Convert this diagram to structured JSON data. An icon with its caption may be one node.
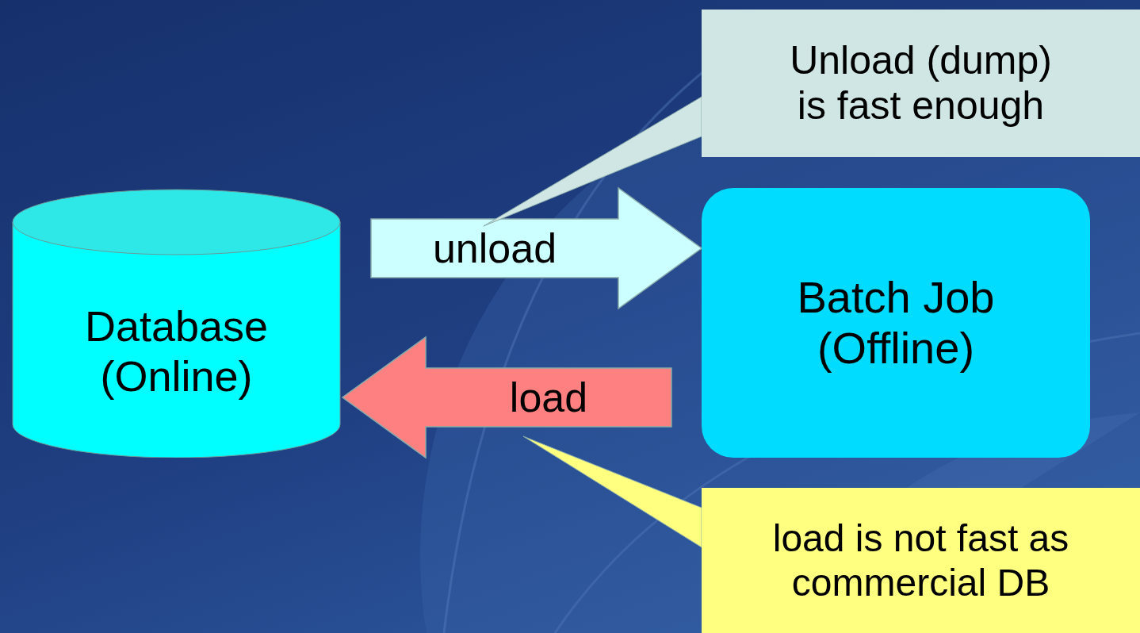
{
  "diagram": {
    "nodes": [
      {
        "text": [
          "Database (Online)"
        ]
      },
      {
        "text": [
          "Batch Job (Offline)"
        ]
      },
      {
        "text": [
          "Unload (dump) is fast enough"
        ]
      },
      {
        "text": [
          "load is not fast as commercial DB"
        ]
      }
    ],
    "edges": [
      {
        "from": 0,
        "to": 1,
        "arrow": "to",
        "label": "unload",
        "style": "thick",
        "color": "#ccffff"
      },
      {
        "from": 1,
        "to": 0,
        "arrow": "to",
        "label": "load",
        "style": "thick",
        "color": "#ff8080"
      },
      {
        "from": 2,
        "to": null,
        "arrow": "to",
        "color": "#d0e6e4"
      },
      {
        "from": 3,
        "to": null,
        "arrow": "to",
        "color": "#ffff80"
      }
    ]
  }
}
